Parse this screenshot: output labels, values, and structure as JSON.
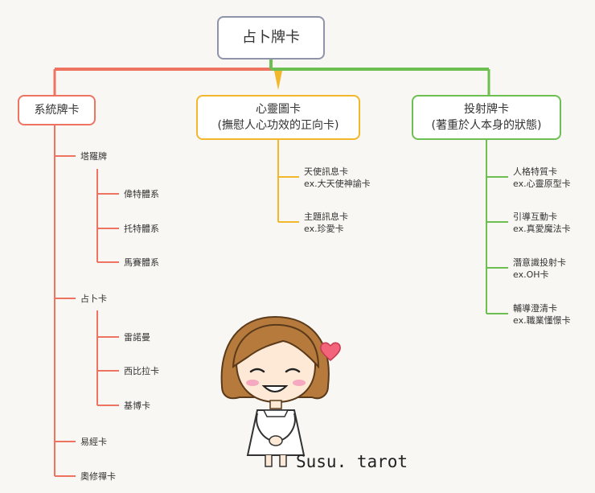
{
  "root": {
    "label": "占卜牌卡"
  },
  "branches": [
    {
      "title": "系統牌卡",
      "color": "#ee7461",
      "children": [
        {
          "label": "塔羅牌",
          "children": [
            "偉特體系",
            "托特體系",
            "馬賽體系"
          ]
        },
        {
          "label": "占卜卡",
          "children": [
            "雷諾曼",
            "西比拉卡",
            "基博卡"
          ]
        },
        {
          "label": "易經卡",
          "children": []
        },
        {
          "label": "奧修禪卡",
          "children": []
        }
      ]
    },
    {
      "title_line1": "心靈圖卡",
      "title_line2": "(撫慰人心功效的正向卡)",
      "color": "#f3b72b",
      "children": [
        {
          "line1": "天使訊息卡",
          "line2": "ex.大天使神諭卡"
        },
        {
          "line1": "主題訊息卡",
          "line2": "ex.珍愛卡"
        }
      ]
    },
    {
      "title_line1": "投射牌卡",
      "title_line2": "(著重於人本身的狀態)",
      "color": "#6cbf50",
      "children": [
        {
          "line1": "人格特質卡",
          "line2": "ex.心靈原型卡"
        },
        {
          "line1": "引導互動卡",
          "line2": "ex.真愛魔法卡"
        },
        {
          "line1": "潛意識投射卡",
          "line2": "ex.OH卡"
        },
        {
          "line1": "輔導澄清卡",
          "line2": "ex.職業懂憬卡"
        }
      ]
    }
  ],
  "signature": "Susu. tarot"
}
